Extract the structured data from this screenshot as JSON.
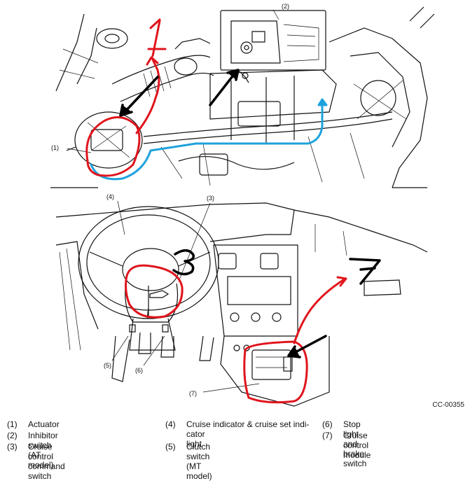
{
  "figure": {
    "reference_code": "CC-00355",
    "callouts": {
      "c1": "(1)",
      "c2": "(2)",
      "c3": "(3)",
      "c4": "(4)",
      "c5": "(5)",
      "c6": "(6)",
      "c7": "(7)"
    },
    "annotations": {
      "a1": "1",
      "a3": "3",
      "a7": "7"
    },
    "colors": {
      "markup_red": "#e0141c",
      "markup_blue": "#1ea2dc",
      "line_art": "#111111"
    }
  },
  "legend": {
    "items": [
      {
        "num": "(1)",
        "text": "Actuator"
      },
      {
        "num": "(2)",
        "text": "Inhibitor switch (AT model)"
      },
      {
        "num": "(3)",
        "text": "Cruise control command switch"
      },
      {
        "num": "(4)",
        "text": "Cruise indicator & cruise set indi-"
      },
      {
        "num": "",
        "text": "cator light"
      },
      {
        "num": "(5)",
        "text": "Clutch switch (MT model)"
      },
      {
        "num": "(6)",
        "text": "Stop light and brake switch"
      },
      {
        "num": "(7)",
        "text": "Cruise control module"
      }
    ]
  }
}
